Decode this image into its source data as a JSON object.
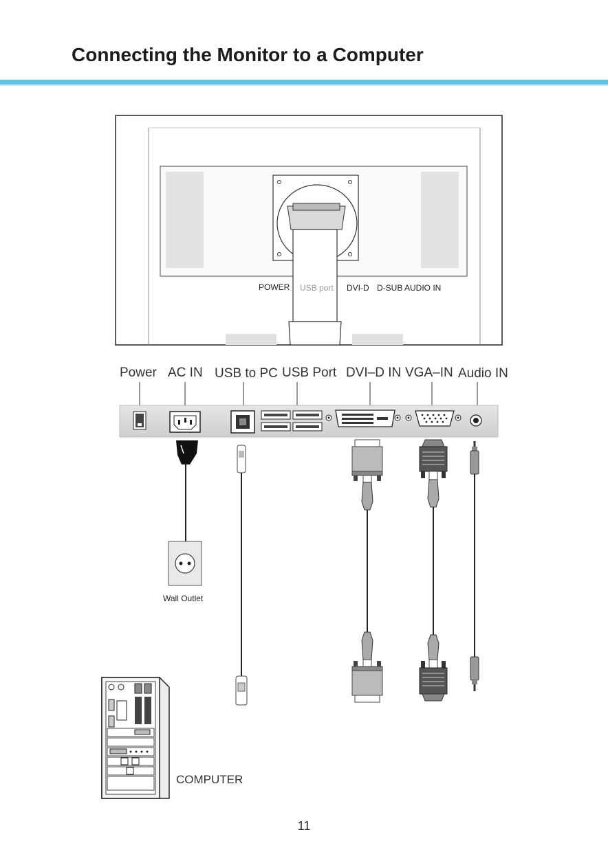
{
  "page": {
    "title": "Connecting the Monitor to a Computer",
    "page_number": "11"
  },
  "monitor_back": {
    "labels": [
      "POWER",
      "USB port",
      "DVI-D",
      "D-SUB",
      "AUDIO IN"
    ]
  },
  "port_panel": {
    "labels": [
      "Power",
      "AC IN",
      "USB to PC",
      "USB Port",
      "DVI–D IN",
      "VGA–IN",
      "Audio IN"
    ]
  },
  "wall_outlet": {
    "label": "Wall Outlet"
  },
  "computer": {
    "label": "COMPUTER"
  },
  "colors": {
    "accent_rule": "#5bc2e8",
    "line": "#222222",
    "panel": "#d8d8d8",
    "muted_label": "#9a9a9a"
  }
}
